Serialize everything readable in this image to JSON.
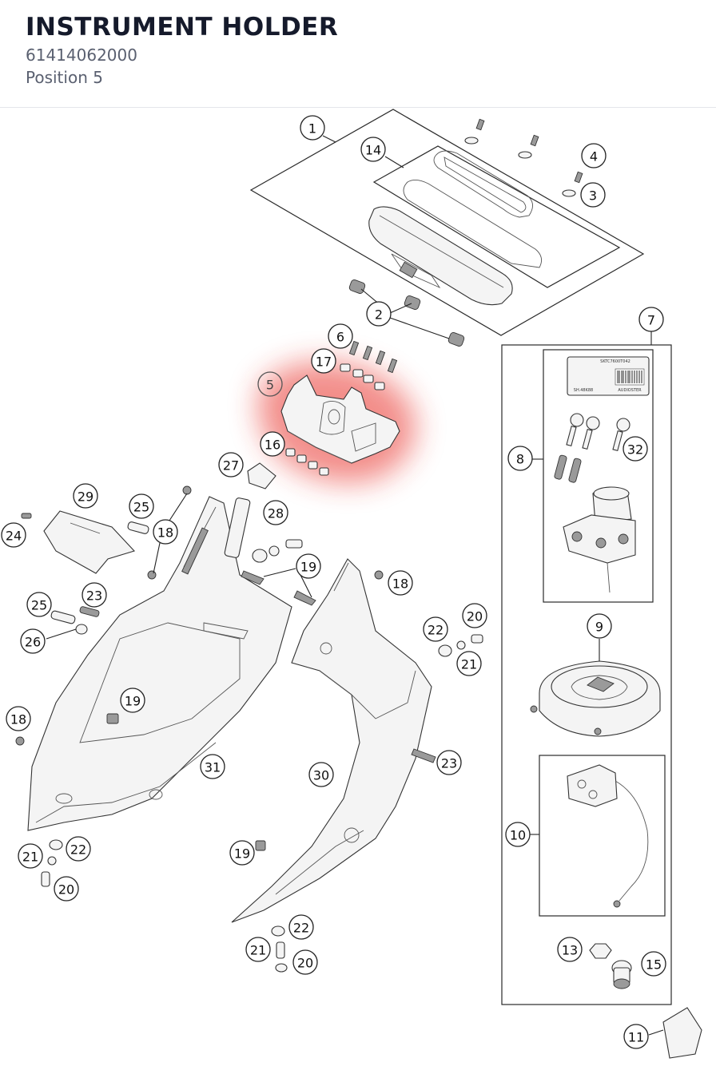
{
  "header": {
    "title": "INSTRUMENT HOLDER",
    "part_number": "61414062000",
    "position_label": "Position 5"
  },
  "diagram": {
    "highlight_color": "#e8322a",
    "highlighted_callout": "5",
    "label_text": {
      "serial": "SKTC7600T042",
      "barcode_caption": "SH.48K88",
      "small_caption": "AUDIOSTER"
    },
    "callouts": [
      "1",
      "14",
      "4",
      "3",
      "2",
      "6",
      "17",
      "5",
      "16",
      "7",
      "8",
      "32",
      "27",
      "28",
      "29",
      "25",
      "18",
      "24",
      "19",
      "23",
      "25b",
      "26",
      "18b",
      "22",
      "20",
      "21",
      "9",
      "18c",
      "31",
      "30",
      "23b",
      "10",
      "21b",
      "22b",
      "20b",
      "19b",
      "22c",
      "21c",
      "20c",
      "13",
      "15",
      "11"
    ]
  },
  "callout_labels": {
    "c1": "1",
    "c14": "14",
    "c4": "4",
    "c3": "3",
    "c2": "2",
    "c6": "6",
    "c17": "17",
    "c5": "5",
    "c16": "16",
    "c7": "7",
    "c8": "8",
    "c32": "32",
    "c27": "27",
    "c28": "28",
    "c29": "29",
    "c25a": "25",
    "c18a": "18",
    "c24": "24",
    "c19a": "19",
    "c23a": "23",
    "c25b": "25",
    "c26": "26",
    "c18b": "18",
    "c22a": "22",
    "c20a": "20",
    "c21a": "21",
    "c9": "9",
    "c18c": "18",
    "c31": "31",
    "c30": "30",
    "c23b": "23",
    "c10": "10",
    "c21b": "21",
    "c22b": "22",
    "c20b": "20",
    "c19b": "19",
    "c19c": "19",
    "c22c": "22",
    "c21c": "21",
    "c20c": "20",
    "c13": "13",
    "c15": "15",
    "c11": "11"
  }
}
